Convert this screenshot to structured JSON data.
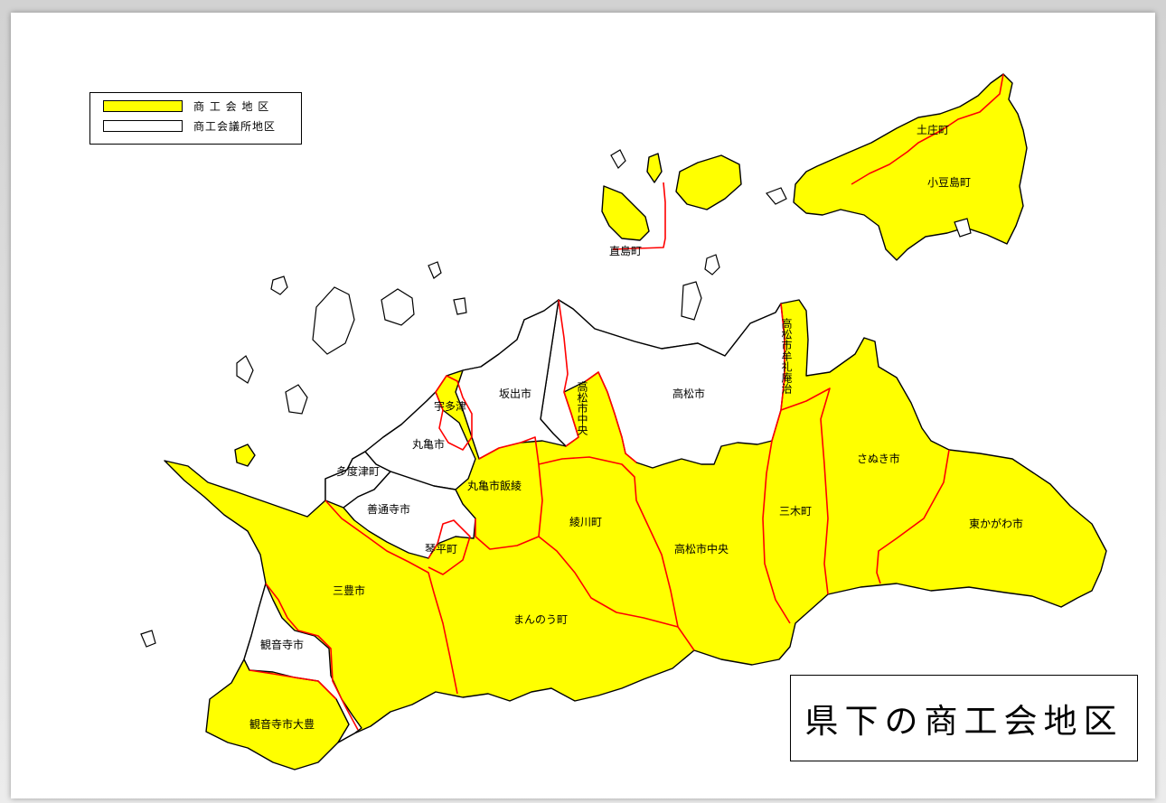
{
  "title": "県下の商工会地区",
  "legend": [
    {
      "label": "商 工 会 地 区",
      "color": "#ffff00"
    },
    {
      "label": "商工会議所地区",
      "color": "#ffffff"
    }
  ],
  "colors": {
    "shokokai": "#ffff00",
    "kaigisho": "#ffffff",
    "outline": "#000000",
    "boundary": "#ff0000"
  },
  "regions": [
    {
      "id": "tonosho",
      "label": "土庄町",
      "type": "shokokai"
    },
    {
      "id": "shodoshima",
      "label": "小豆島町",
      "type": "shokokai"
    },
    {
      "id": "naoshima",
      "label": "直島町",
      "type": "shokokai"
    },
    {
      "id": "utazu",
      "label": "宇多津",
      "type": "shokokai"
    },
    {
      "id": "sakaide",
      "label": "坂出市",
      "type": "kaigisho"
    },
    {
      "id": "takamatsu-chuo-north",
      "label": "高松市中央",
      "type": "shokokai",
      "vertical": true
    },
    {
      "id": "takamatsu",
      "label": "高松市",
      "type": "kaigisho"
    },
    {
      "id": "takamatsu-mure",
      "label": "高松市牟礼庵治",
      "type": "shokokai",
      "vertical": true
    },
    {
      "id": "marugame",
      "label": "丸亀市",
      "type": "kaigisho"
    },
    {
      "id": "tadotsu",
      "label": "多度津町",
      "type": "kaigisho"
    },
    {
      "id": "marugame-hanzan",
      "label": "丸亀市飯綾",
      "type": "shokokai"
    },
    {
      "id": "zentsuji",
      "label": "善通寺市",
      "type": "kaigisho"
    },
    {
      "id": "kotohira",
      "label": "琴平町",
      "type": "shokokai"
    },
    {
      "id": "ayagawa",
      "label": "綾川町",
      "type": "shokokai"
    },
    {
      "id": "takamatsu-chuo",
      "label": "高松市中央",
      "type": "shokokai"
    },
    {
      "id": "miki",
      "label": "三木町",
      "type": "shokokai"
    },
    {
      "id": "sanuki",
      "label": "さぬき市",
      "type": "shokokai"
    },
    {
      "id": "higashikagawa",
      "label": "東かがわ市",
      "type": "shokokai"
    },
    {
      "id": "mitoyo",
      "label": "三豊市",
      "type": "shokokai"
    },
    {
      "id": "manno",
      "label": "まんのう町",
      "type": "shokokai"
    },
    {
      "id": "kanonji",
      "label": "観音寺市",
      "type": "kaigisho"
    },
    {
      "id": "kanonji-ono",
      "label": "観音寺市大豊",
      "type": "shokokai"
    }
  ]
}
